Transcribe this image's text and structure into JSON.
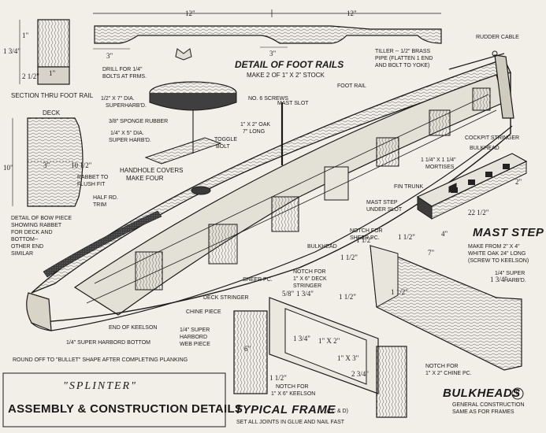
{
  "title_box": {
    "name": "\"SPLINTER\"",
    "subtitle": "ASSEMBLY & CONSTRUCTION DETAILS"
  },
  "foot_rail": {
    "heading": "DETAIL OF FOOT RAILS",
    "note": "MAKE 2 OF 1\" X 2\" STOCK",
    "dim_12_left": "12\"",
    "dim_12_right": "12\"",
    "dim_3_left": "3\"",
    "dim_3_mid": "3\"",
    "drill_note_1": "DRILL FOR 1/4\"",
    "drill_note_2": "BOLTS AT FRMS."
  },
  "section_rail": {
    "label": "SECTION THRU FOOT RAIL",
    "dim_a": "1 3/4\"",
    "dim_b": "1\"",
    "dim_c": "2 1/2\"",
    "dim_d": "1\""
  },
  "handhole": {
    "dia1": "1/2\" X 7\" DIA.",
    "dia1b": "SUPERHARB'D.",
    "sponge": "3/8\" SPONGE RUBBER",
    "dia2": "1/4\" X 5\" DIA.",
    "dia2b": "SUPER HARB'D.",
    "screws": "NO. 6 SCREWS",
    "oak": "1\" X 2\" OAK",
    "oak2": "7\" LONG",
    "toggle": "TOGGLE",
    "bolt": "BOLT",
    "covers": "HANDHOLE COVERS",
    "make": "MAKE FOUR"
  },
  "bow": {
    "deck": "DECK",
    "dim_10": "10\"",
    "dim_3": "3\"",
    "dim_10h": "10 1/2\"",
    "rabbet": "RABBET TO",
    "rabbet2": "FLUSH FIT",
    "half": "HALF RD.",
    "trim": "TRIM",
    "detail1": "DETAIL OF BOW PIECE",
    "detail2": "SHOWING RABBET",
    "detail3": "FOR DECK AND",
    "detail4": "BOTTOM--",
    "detail5": "OTHER END",
    "detail6": "SIMILAR"
  },
  "hull_labels": {
    "tiller1": "TILLER -- 1/2\" BRASS",
    "tiller2": "PIPE (FLATTEN 1 END",
    "tiller3": "AND BOLT TO YOKE)",
    "rudder_cable": "RUDDER CABLE",
    "foot_rail": "FOOT RAIL",
    "mast_slot": "MAST SLOT",
    "cockpit_stringer": "COCKPIT STRINGER",
    "bulkhead_top": "BULKHEAD",
    "fin_trunk": "FIN TRUNK",
    "mast_step_under": "MAST STEP",
    "mast_step_under2": "UNDER SLOT",
    "bulkhead_mid": "BULKHEAD",
    "sheer_pc": "SHEER PC.",
    "deck_stringer": "DECK STRINGER",
    "chine_piece": "CHINE PIECE",
    "end_keelson": "END OF KEELSON",
    "bottom": "1/4\" SUPER HARBORD BOTTOM",
    "round_off": "ROUND OFF TO \"BULLET\" SHAPE AFTER COMPLETING PLANKING",
    "web1": "1/4\" SUPER",
    "web2": "HARBORD",
    "web3": "WEB PIECE"
  },
  "mast_step": {
    "mortise1": "1 1/4\" X 1 1/4\"",
    "mortise2": "MORTISES",
    "dim_2": "2\"",
    "dim_22": "22 1/2\"",
    "dim_4": "4\"",
    "heading": "MAST STEP",
    "make1": "MAKE FROM 2\" X 4\"",
    "make2": "WHITE OAK 24\" LONG",
    "make3": "(SCREW TO KEELSON)"
  },
  "frame": {
    "notch_sheer1": "NOTCH FOR",
    "notch_sheer2": "SHEER PC.",
    "notch_deck1": "NOTCH FOR",
    "notch_deck2": "1\" X 6\" DECK",
    "notch_deck3": "STRINGER",
    "notch_keelson1": "NOTCH FOR",
    "notch_keelson2": "1\" X 6\" KEELSON",
    "notch_chine1": "NOTCH FOR",
    "notch_chine2": "1\" X 2\" CHINE PC.",
    "d_1x2": "1\" X 2\"",
    "d_1x3": "1\" X 3\"",
    "d_2_3_4": "2 3/4\"",
    "d_1_1_2a": "1 1/2\"",
    "d_1_3_4": "1 3/4\"",
    "d_1_1_2b": "1 1/2\"",
    "d_1_1_2c": "1 1/2\"",
    "d_5_8": "5/8\"",
    "d_1_3_4b": "1 3/4\"",
    "d_1_1_2d": "1 1/2\"",
    "d_6": "6\"",
    "d_7": "7\"",
    "d_1_3_4c": "1 3/4\"",
    "d_1_1_2e": "1 1/2\"",
    "d_1_1_2f": "1 1/2\"",
    "super1": "1/4\" SUPER",
    "super2": "HARB'D.",
    "heading": "TYPICAL FRAME",
    "sub": "(A,C & D)",
    "set_joints": "SET ALL JOINTS IN GLUE AND NAIL FAST"
  },
  "bulkheads": {
    "heading": "BULKHEADS",
    "badge": "B",
    "gen1": "GENERAL CONSTRUCTION",
    "gen2": "SAME AS FOR FRAMES"
  }
}
